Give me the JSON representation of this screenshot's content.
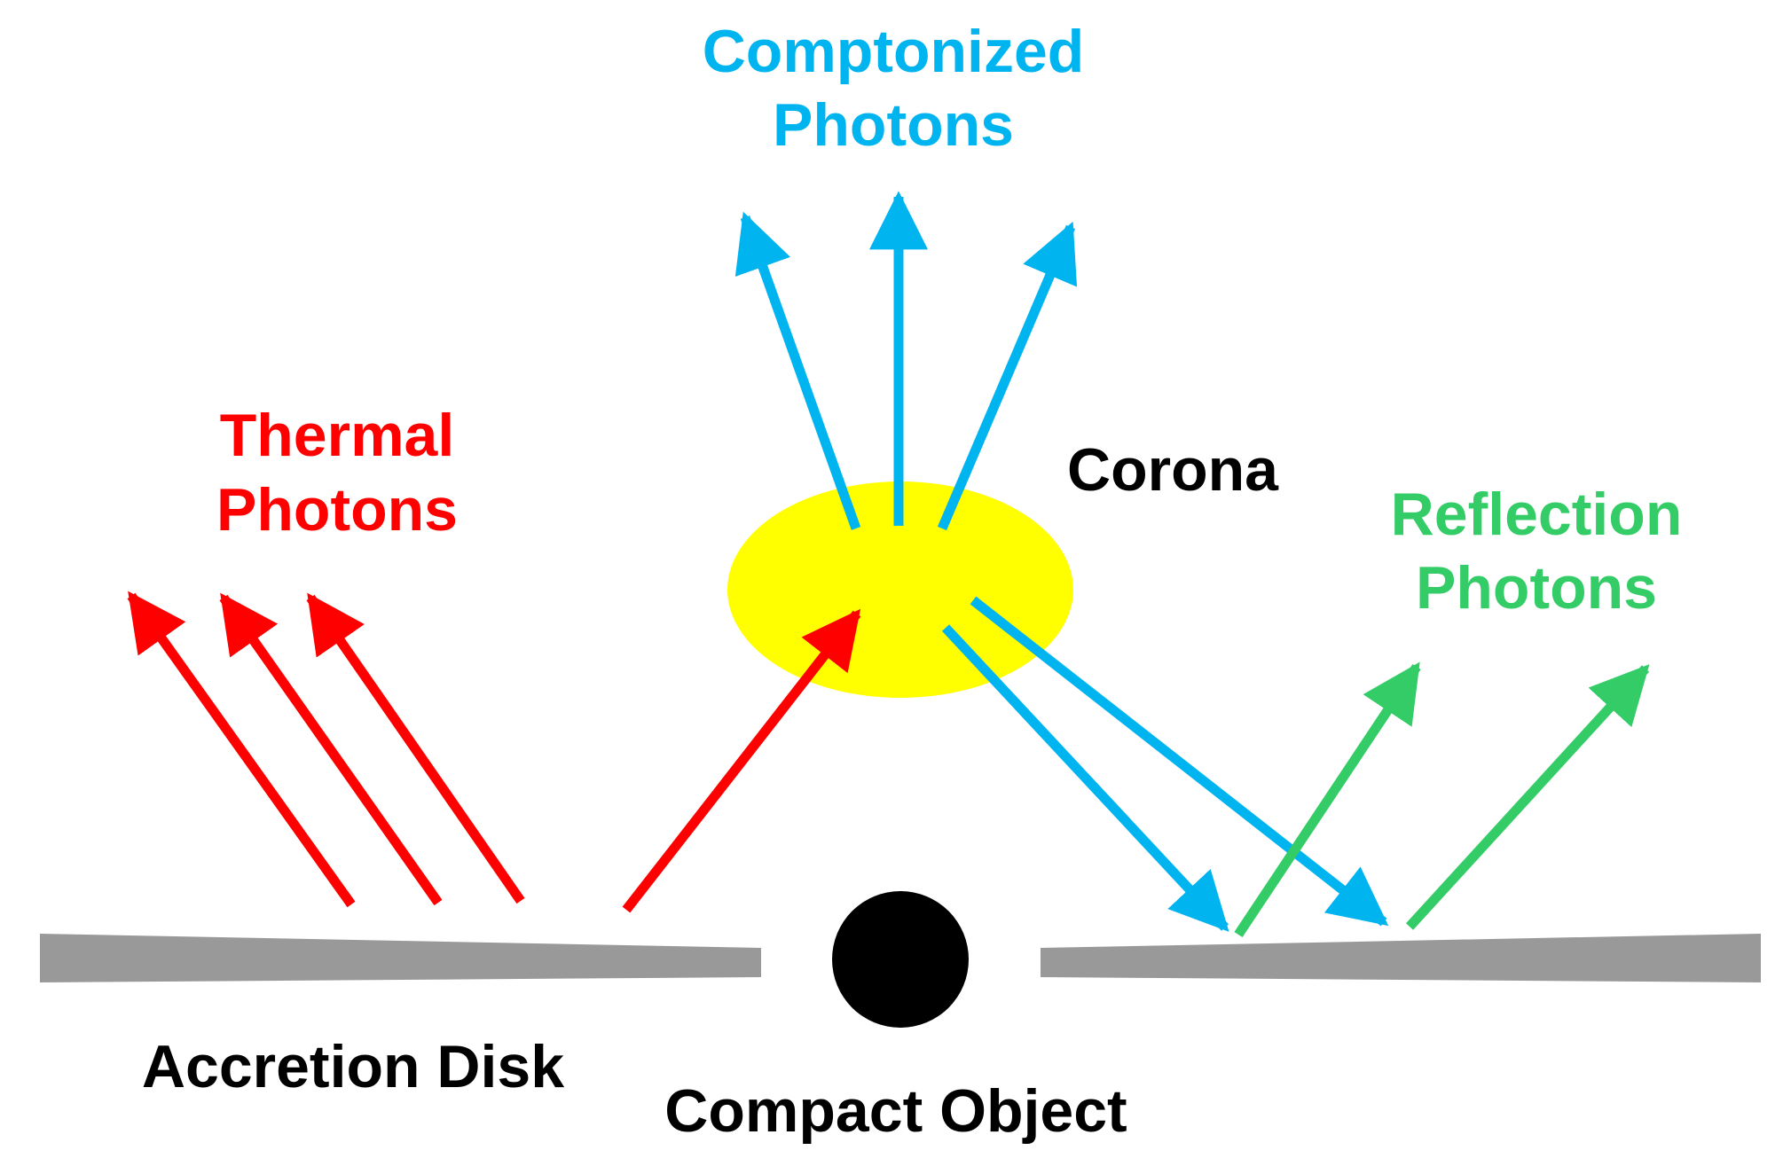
{
  "labels": {
    "comptonized_line1": "Comptonized",
    "comptonized_line2": "Photons",
    "thermal_line1": "Thermal",
    "thermal_line2": "Photons",
    "corona": "Corona",
    "reflection_line1": "Reflection",
    "reflection_line2": "Photons",
    "accretion_disk": "Accretion Disk",
    "compact_object": "Compact Object"
  },
  "colors": {
    "thermal": "#ff0000",
    "comptonized": "#00b4f0",
    "reflection": "#33cc66",
    "corona": "#ffff00",
    "disk": "#999999",
    "compact_object": "#000000",
    "text": "#000000"
  }
}
